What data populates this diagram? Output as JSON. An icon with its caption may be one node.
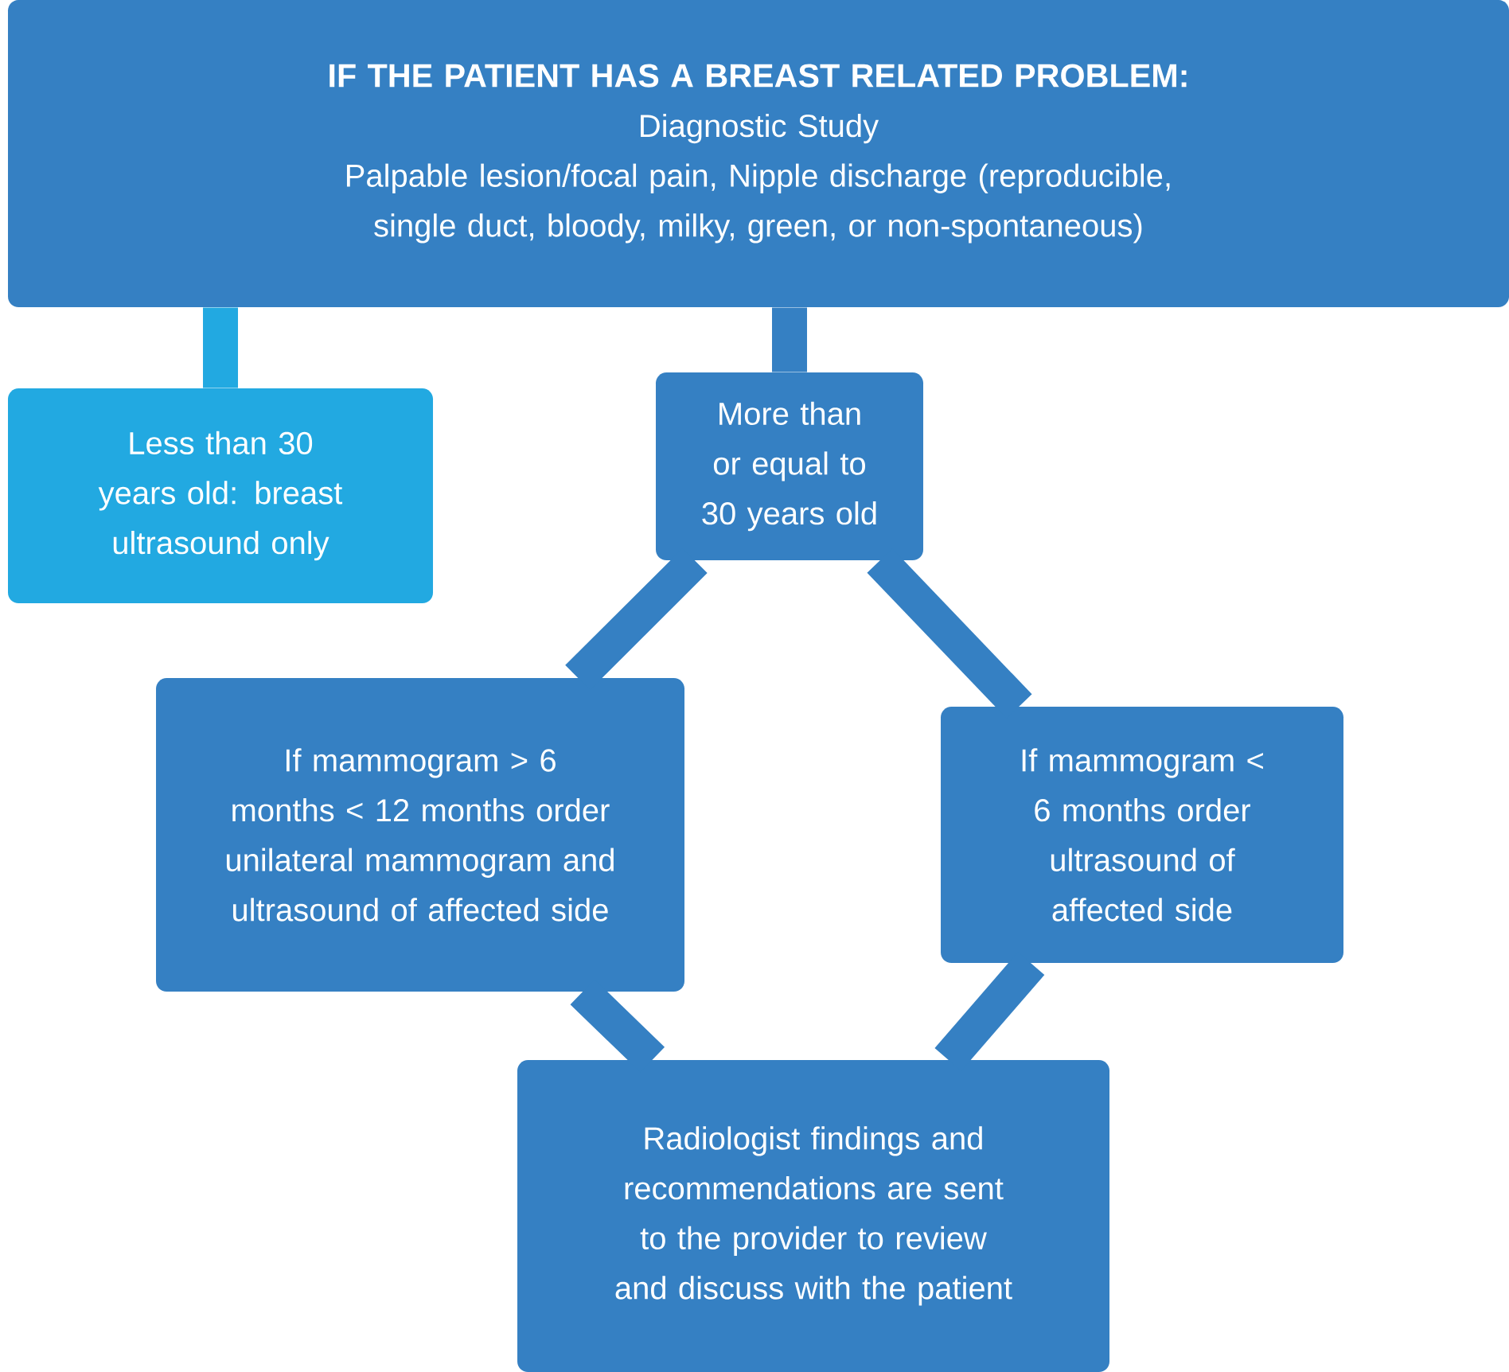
{
  "diagram": {
    "nodes": [
      {
        "text": [
          "IF THE PATIENT HAS A BREAST RELATED PROBLEM:",
          "Diagnostic Study",
          "Palpable lesion/focal pain, Nipple discharge (reproducible, single duct, bloody, milky, green, or non-spontaneous)"
        ]
      },
      {
        "text": [
          "Less than 30 years old: breast ultrasound only"
        ]
      },
      {
        "text": [
          "More than or equal to 30 years old"
        ]
      },
      {
        "text": [
          "If mammogram > 6 months < 12 months order unilateral mammogram and ultrasound of affected side"
        ]
      },
      {
        "text": [
          "If mammogram < 6 months order ultrasound of affected side"
        ]
      },
      {
        "text": [
          "Radiologist findings and recommendations are sent to the provider to review and discuss with the patient"
        ]
      }
    ],
    "edges": [
      {
        "from": 0,
        "to": 1,
        "arrow": "none",
        "color": "#22a9e1"
      },
      {
        "from": 0,
        "to": 2,
        "arrow": "none"
      },
      {
        "from": 2,
        "to": 3,
        "arrow": "none"
      },
      {
        "from": 2,
        "to": 4,
        "arrow": "none"
      },
      {
        "from": 3,
        "to": 5,
        "arrow": "none"
      },
      {
        "from": 4,
        "to": 5,
        "arrow": "none"
      }
    ]
  }
}
